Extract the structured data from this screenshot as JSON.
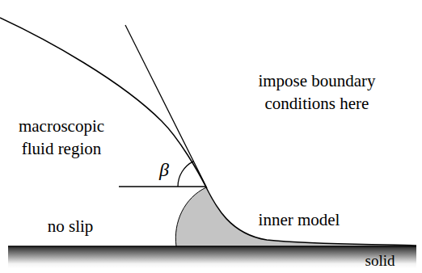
{
  "diagram": {
    "labels": [
      "macroscopic fluid region",
      "impose boundary conditions here",
      "β",
      "no slip",
      "inner model",
      "solid"
    ]
  }
}
